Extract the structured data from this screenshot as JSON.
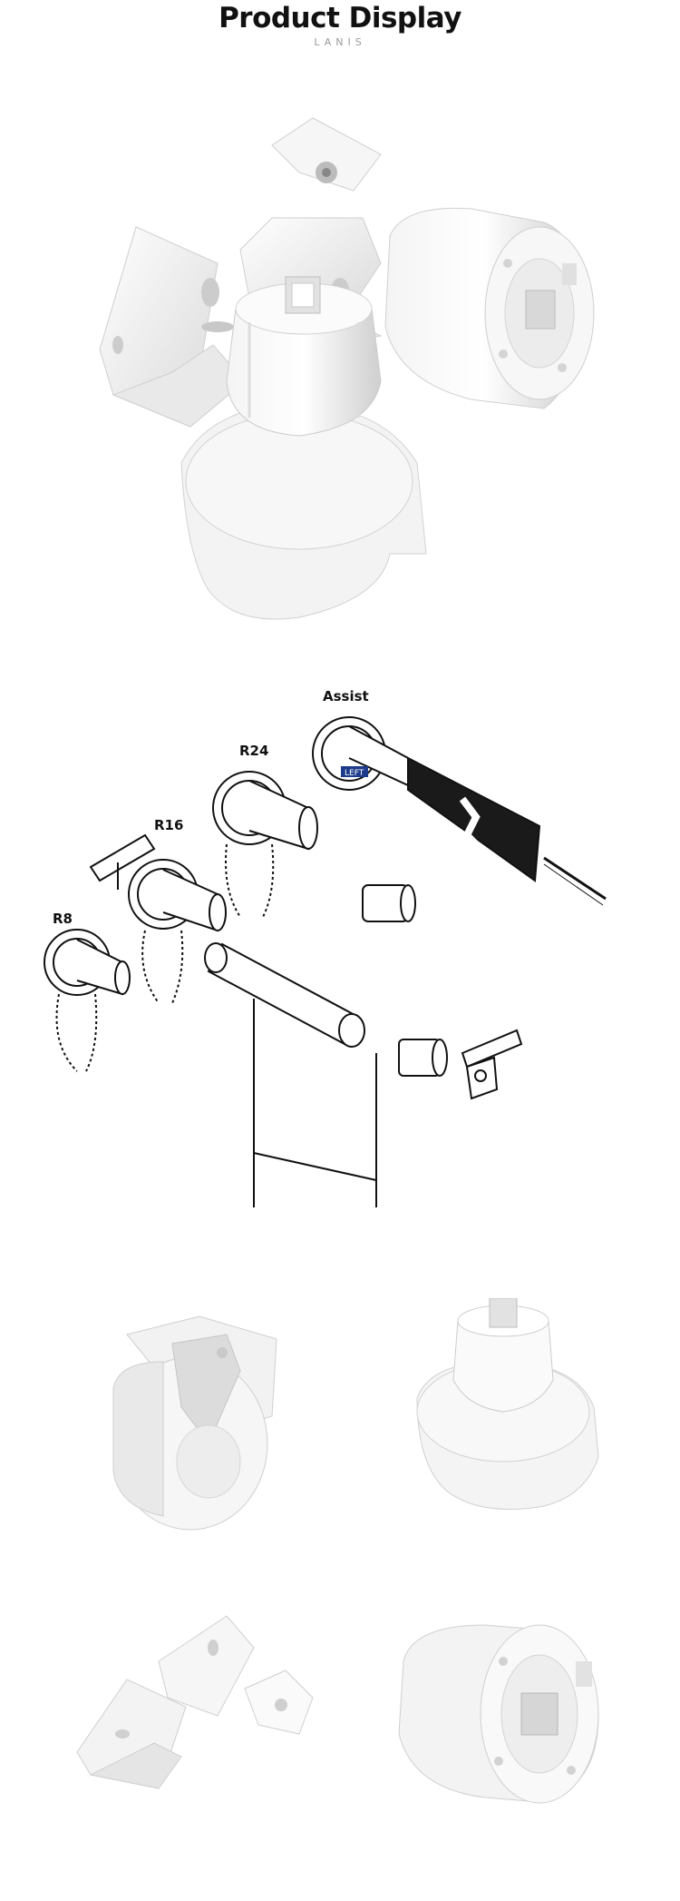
{
  "header": {
    "title": "Product Display",
    "subtitle": "LANIS"
  },
  "diagram": {
    "labels": {
      "r8": "R8",
      "r16": "R16",
      "r24": "R24",
      "assist": "Assist",
      "left_tag": "LEFT"
    }
  },
  "images": [
    {
      "icon": "roller-blind-components-set"
    },
    {
      "icon": "roller-blind-exploded-diagram"
    },
    {
      "icon": "clutch-with-bracket"
    },
    {
      "icon": "clutch-sprocket-unit"
    },
    {
      "icon": "mounting-brackets"
    },
    {
      "icon": "tube-end-plug"
    }
  ]
}
